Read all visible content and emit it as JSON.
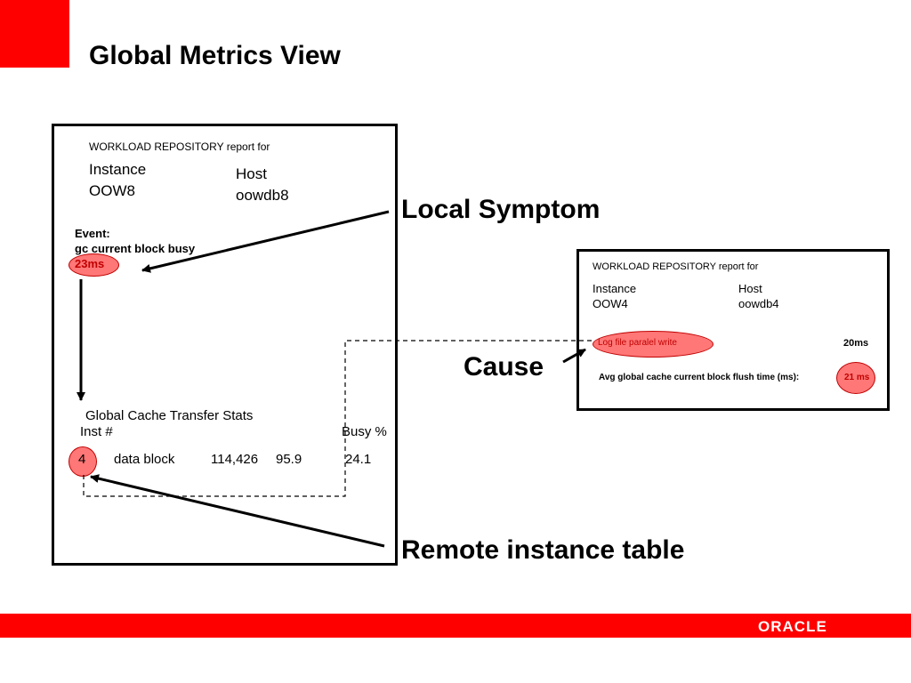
{
  "slide": {
    "title": "Global Metrics View"
  },
  "local_report": {
    "header": "WORKLOAD REPOSITORY report  for",
    "instance_label": "Instance",
    "instance_value": "OOW8",
    "host_label": "Host",
    "host_value": "oowdb8",
    "event_label": "Event:",
    "event_name": "gc current block busy",
    "event_time": "23ms",
    "transfer_title": "Global Cache Transfer Stats",
    "inst_col": "Inst #",
    "busy_col": "Busy %",
    "row": {
      "inst": "4",
      "type": "data block",
      "count": "114,426",
      "pct": "95.9",
      "busy": "24.1"
    }
  },
  "remote_report": {
    "header": "WORKLOAD REPOSITORY report  for",
    "instance_label": "Instance",
    "instance_value": "OOW4",
    "host_label": "Host",
    "host_value": "oowdb4",
    "event_name": "Log file paralel write",
    "event_time": "20ms",
    "flush_label": "Avg global cache current block flush time (ms):",
    "flush_value": "21 ms"
  },
  "callouts": {
    "local_symptom": "Local Symptom",
    "cause": "Cause",
    "remote_table": "Remote instance table"
  },
  "footer": {
    "logo_text": "ORACLE",
    "brand_color": "#ff0000"
  }
}
